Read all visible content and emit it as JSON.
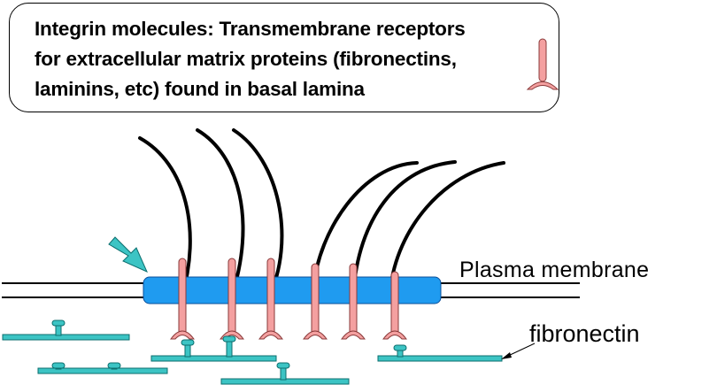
{
  "callout": {
    "lines": [
      "Integrin molecules: Transmembrane receptors",
      "for extracellular matrix proteins (fibronectins,",
      "laminins, etc) found in basal lamina"
    ]
  },
  "labels": {
    "membrane": "Plasma membrane",
    "fibronectin": "fibronectin"
  },
  "colors": {
    "membrane_fill": "#1f9bf0",
    "integrin": "#f4a0a0",
    "integrin_stroke": "#8a3a3a",
    "fibronectin": "#3cc4c4",
    "fibronectin_stroke": "#0b6e6e",
    "arrow": "#3cc4c4",
    "laminin": "#000000"
  },
  "icons": {
    "legend": "integrin-legend-icon",
    "pointer": "cyan-pointer-arrow-icon"
  }
}
